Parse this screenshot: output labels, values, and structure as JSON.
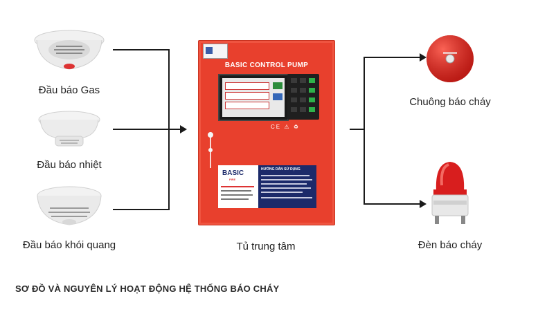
{
  "diagram": {
    "caption": "SƠ ĐỒ VÀ NGUYÊN LÝ HOẠT ĐỘNG HỆ THỐNG BÁO CHÁY",
    "inputs": [
      {
        "label": "Đầu báo Gas",
        "icon": "gas-detector-icon"
      },
      {
        "label": "Đầu báo nhiệt",
        "icon": "heat-detector-icon"
      },
      {
        "label": "Đầu báo khói quang",
        "icon": "smoke-detector-icon"
      }
    ],
    "center": {
      "label": "Tủ trung tâm",
      "panel_title": "BASIC CONTROL PUMP",
      "logo": "BASIC",
      "logo_sub": "FIRE",
      "guide_title": "HƯỚNG DẪN SỬ DỤNG",
      "cert_marks": "CE ⚠ ♻",
      "color": "#e8402d"
    },
    "outputs": [
      {
        "label": "Chuông báo cháy",
        "icon": "fire-bell-icon"
      },
      {
        "label": "Đèn báo cháy",
        "icon": "strobe-light-icon"
      }
    ],
    "connector_color": "#1a1a1a"
  }
}
